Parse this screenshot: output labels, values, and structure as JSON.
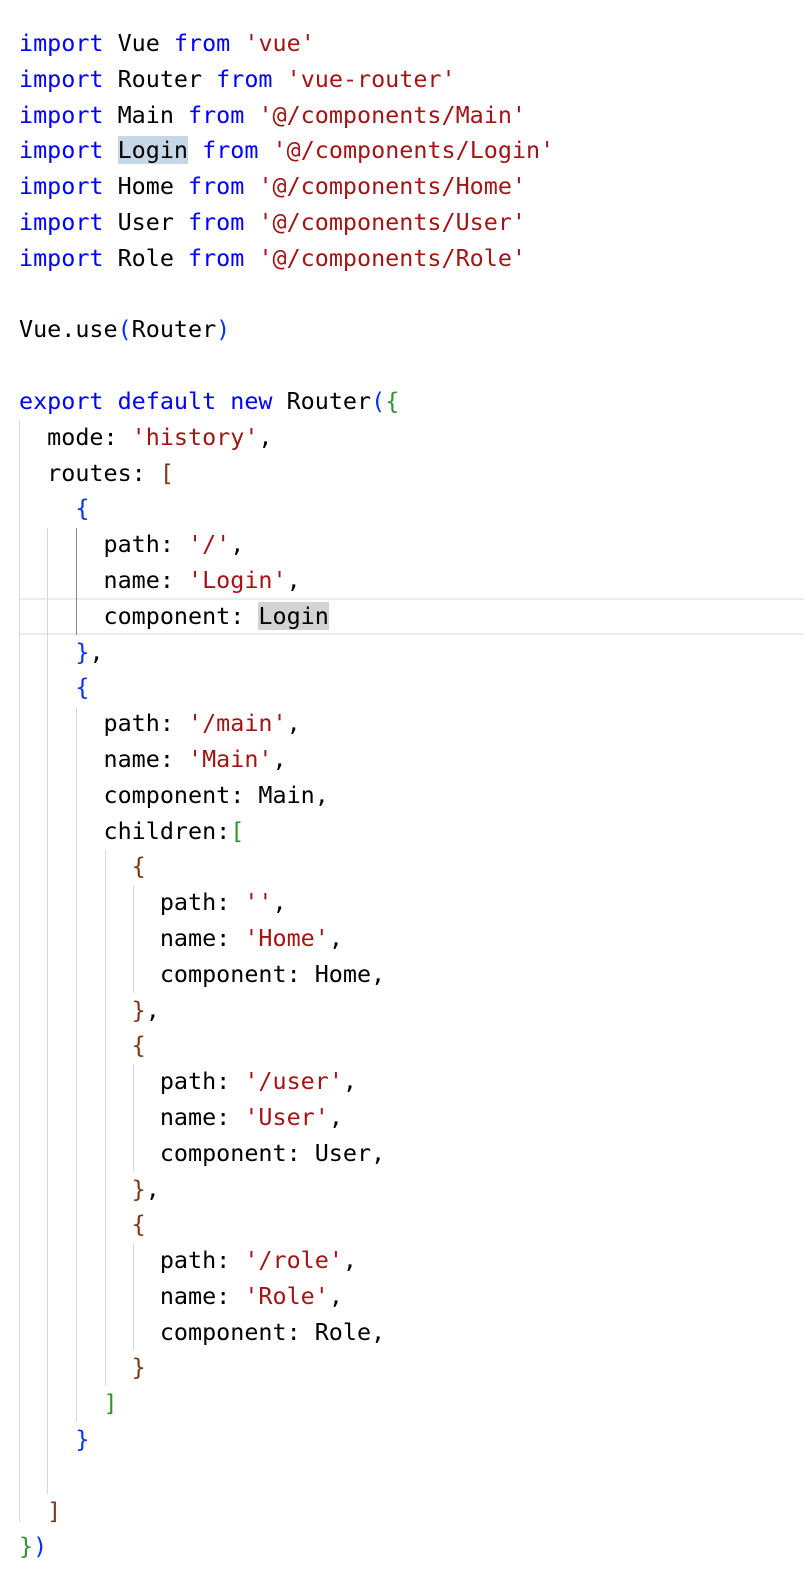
{
  "editor": {
    "language": "javascript",
    "colors": {
      "keyword": "#0000ff",
      "string": "#a31515",
      "plain": "#000000",
      "bracket_blue": "#0431fa",
      "bracket_green": "#319331",
      "bracket_brown": "#7b3814",
      "selection_highlight": "#c6d8e6",
      "word_highlight": "#d3d3d3",
      "indent_guide": "#d6d6d6",
      "active_indent_guide": "#8a8a8a"
    },
    "lines": [
      [
        {
          "t": "import",
          "c": "kw"
        },
        {
          "t": " Vue ",
          "c": "pl"
        },
        {
          "t": "from",
          "c": "kw"
        },
        {
          "t": " ",
          "c": "pl"
        },
        {
          "t": "'vue'",
          "c": "str"
        }
      ],
      [
        {
          "t": "import",
          "c": "kw"
        },
        {
          "t": " Router ",
          "c": "pl"
        },
        {
          "t": "from",
          "c": "kw"
        },
        {
          "t": " ",
          "c": "pl"
        },
        {
          "t": "'vue-router'",
          "c": "str"
        }
      ],
      [
        {
          "t": "import",
          "c": "kw"
        },
        {
          "t": " Main ",
          "c": "pl"
        },
        {
          "t": "from",
          "c": "kw"
        },
        {
          "t": " ",
          "c": "pl"
        },
        {
          "t": "'@/components/Main'",
          "c": "str"
        }
      ],
      [
        {
          "t": "import",
          "c": "kw"
        },
        {
          "t": " ",
          "c": "pl"
        },
        {
          "t": "Login",
          "c": "pl",
          "hl": "selection"
        },
        {
          "t": " ",
          "c": "pl"
        },
        {
          "t": "from",
          "c": "kw"
        },
        {
          "t": " ",
          "c": "pl"
        },
        {
          "t": "'@/components/Login'",
          "c": "str"
        }
      ],
      [
        {
          "t": "import",
          "c": "kw"
        },
        {
          "t": " Home ",
          "c": "pl"
        },
        {
          "t": "from",
          "c": "kw"
        },
        {
          "t": " ",
          "c": "pl"
        },
        {
          "t": "'@/components/Home'",
          "c": "str"
        }
      ],
      [
        {
          "t": "import",
          "c": "kw"
        },
        {
          "t": " User ",
          "c": "pl"
        },
        {
          "t": "from",
          "c": "kw"
        },
        {
          "t": " ",
          "c": "pl"
        },
        {
          "t": "'@/components/User'",
          "c": "str"
        }
      ],
      [
        {
          "t": "import",
          "c": "kw"
        },
        {
          "t": " Role ",
          "c": "pl"
        },
        {
          "t": "from",
          "c": "kw"
        },
        {
          "t": " ",
          "c": "pl"
        },
        {
          "t": "'@/components/Role'",
          "c": "str"
        }
      ],
      [],
      [
        {
          "t": "Vue.use",
          "c": "pl"
        },
        {
          "t": "(",
          "c": "b1"
        },
        {
          "t": "Router",
          "c": "pl"
        },
        {
          "t": ")",
          "c": "b1"
        }
      ],
      [],
      [
        {
          "t": "export",
          "c": "kw"
        },
        {
          "t": " ",
          "c": "pl"
        },
        {
          "t": "default",
          "c": "kw"
        },
        {
          "t": " ",
          "c": "pl"
        },
        {
          "t": "new",
          "c": "kw"
        },
        {
          "t": " Router",
          "c": "pl"
        },
        {
          "t": "(",
          "c": "b1"
        },
        {
          "t": "{",
          "c": "b2"
        }
      ],
      [
        {
          "t": "  mode: ",
          "c": "pl"
        },
        {
          "t": "'history'",
          "c": "str"
        },
        {
          "t": ",",
          "c": "pl"
        }
      ],
      [
        {
          "t": "  routes: ",
          "c": "pl"
        },
        {
          "t": "[",
          "c": "b3"
        }
      ],
      [
        {
          "t": "    ",
          "c": "pl"
        },
        {
          "t": "{",
          "c": "b1"
        }
      ],
      [
        {
          "t": "      path: ",
          "c": "pl"
        },
        {
          "t": "'/'",
          "c": "str"
        },
        {
          "t": ",",
          "c": "pl"
        }
      ],
      [
        {
          "t": "      name: ",
          "c": "pl"
        },
        {
          "t": "'Login'",
          "c": "str"
        },
        {
          "t": ",",
          "c": "pl"
        }
      ],
      [
        {
          "t": "      component: ",
          "c": "pl"
        },
        {
          "t": "Login",
          "c": "pl",
          "hl": "word"
        }
      ],
      [
        {
          "t": "    ",
          "c": "pl"
        },
        {
          "t": "}",
          "c": "b1"
        },
        {
          "t": ",",
          "c": "pl"
        }
      ],
      [
        {
          "t": "    ",
          "c": "pl"
        },
        {
          "t": "{",
          "c": "b1"
        }
      ],
      [
        {
          "t": "      path: ",
          "c": "pl"
        },
        {
          "t": "'/main'",
          "c": "str"
        },
        {
          "t": ",",
          "c": "pl"
        }
      ],
      [
        {
          "t": "      name: ",
          "c": "pl"
        },
        {
          "t": "'Main'",
          "c": "str"
        },
        {
          "t": ",",
          "c": "pl"
        }
      ],
      [
        {
          "t": "      component: Main,",
          "c": "pl"
        }
      ],
      [
        {
          "t": "      children:",
          "c": "pl"
        },
        {
          "t": "[",
          "c": "b2"
        }
      ],
      [
        {
          "t": "        ",
          "c": "pl"
        },
        {
          "t": "{",
          "c": "b3"
        }
      ],
      [
        {
          "t": "          path: ",
          "c": "pl"
        },
        {
          "t": "''",
          "c": "str"
        },
        {
          "t": ",",
          "c": "pl"
        }
      ],
      [
        {
          "t": "          name: ",
          "c": "pl"
        },
        {
          "t": "'Home'",
          "c": "str"
        },
        {
          "t": ",",
          "c": "pl"
        }
      ],
      [
        {
          "t": "          component: Home,",
          "c": "pl"
        }
      ],
      [
        {
          "t": "        ",
          "c": "pl"
        },
        {
          "t": "}",
          "c": "b3"
        },
        {
          "t": ",",
          "c": "pl"
        }
      ],
      [
        {
          "t": "        ",
          "c": "pl"
        },
        {
          "t": "{",
          "c": "b3"
        }
      ],
      [
        {
          "t": "          path: ",
          "c": "pl"
        },
        {
          "t": "'/user'",
          "c": "str"
        },
        {
          "t": ",",
          "c": "pl"
        }
      ],
      [
        {
          "t": "          name: ",
          "c": "pl"
        },
        {
          "t": "'User'",
          "c": "str"
        },
        {
          "t": ",",
          "c": "pl"
        }
      ],
      [
        {
          "t": "          component: User,",
          "c": "pl"
        }
      ],
      [
        {
          "t": "        ",
          "c": "pl"
        },
        {
          "t": "}",
          "c": "b3"
        },
        {
          "t": ",",
          "c": "pl"
        }
      ],
      [
        {
          "t": "        ",
          "c": "pl"
        },
        {
          "t": "{",
          "c": "b3"
        }
      ],
      [
        {
          "t": "          path: ",
          "c": "pl"
        },
        {
          "t": "'/role'",
          "c": "str"
        },
        {
          "t": ",",
          "c": "pl"
        }
      ],
      [
        {
          "t": "          name: ",
          "c": "pl"
        },
        {
          "t": "'Role'",
          "c": "str"
        },
        {
          "t": ",",
          "c": "pl"
        }
      ],
      [
        {
          "t": "          component: Role,",
          "c": "pl"
        }
      ],
      [
        {
          "t": "        ",
          "c": "pl"
        },
        {
          "t": "}",
          "c": "b3"
        }
      ],
      [
        {
          "t": "      ",
          "c": "pl"
        },
        {
          "t": "]",
          "c": "b2"
        }
      ],
      [
        {
          "t": "    ",
          "c": "pl"
        },
        {
          "t": "}",
          "c": "b1"
        }
      ],
      [],
      [
        {
          "t": "  ",
          "c": "pl"
        },
        {
          "t": "]",
          "c": "b3"
        }
      ],
      [
        {
          "t": "}",
          "c": "b2"
        },
        {
          "t": ")",
          "c": "b1"
        }
      ]
    ]
  }
}
